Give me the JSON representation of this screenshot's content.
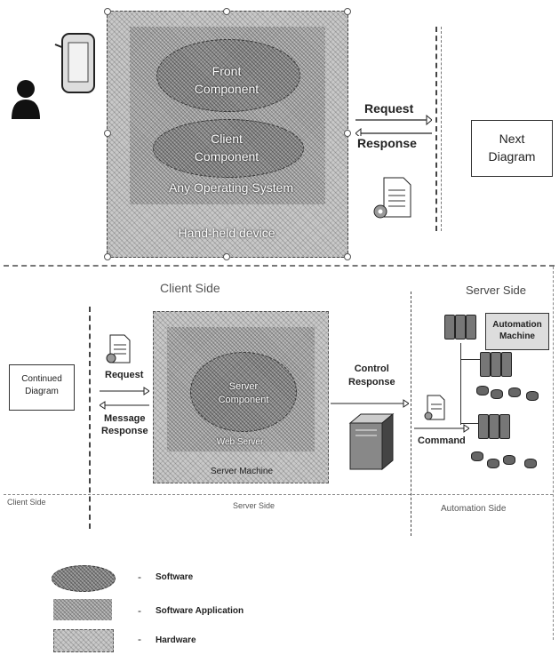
{
  "top": {
    "front_component": "Front\nComponent",
    "client_component": "Client\nComponent",
    "os_label": "Any Operating System",
    "device_label": "Hand-held device",
    "request": "Request",
    "response": "Response",
    "next_diagram": "Next\nDiagram"
  },
  "middle": {
    "client_side_title": "Client Side",
    "server_side_title": "Server Side",
    "continued_diagram": "Continued\nDiagram",
    "request": "Request",
    "message_response": "Message\nResponse",
    "server_component": "Server\nComponent",
    "web_server": "Web Server",
    "server_machine": "Server Machine",
    "control_response": "Control\nResponse",
    "command": "Command",
    "automation_machine": "Automation\nMachine",
    "bottom_client_side": "Client Side",
    "bottom_server_side": "Server Side",
    "bottom_automation_side": "Automation Side"
  },
  "legend": {
    "items": [
      {
        "label": "Software"
      },
      {
        "label": "Software Application"
      },
      {
        "label": "Hardware"
      }
    ],
    "dash": "-"
  },
  "icons": [
    "user-icon",
    "phone-icon",
    "document-icon",
    "server-tower-icon",
    "automation-rack-icon",
    "gear-icon"
  ]
}
